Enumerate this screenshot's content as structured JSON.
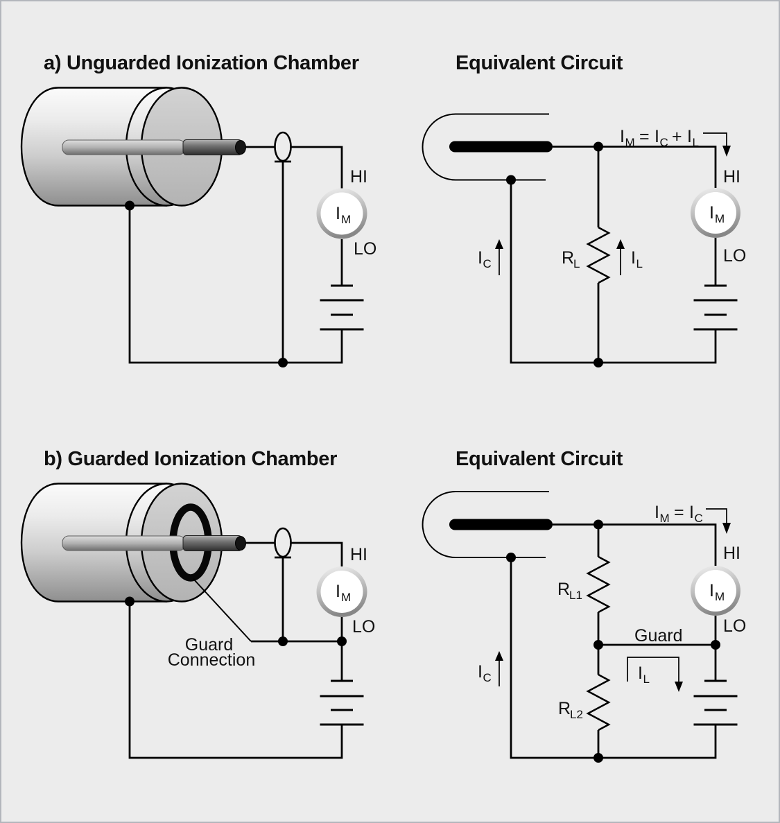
{
  "figure": {
    "background_color": "#ececec",
    "border_color": "#b3b6bc",
    "line_color": "#000000",
    "text_color": "#111111"
  },
  "panels": {
    "a": {
      "title": "a) Unguarded Ionization Chamber",
      "equivalent_title": "Equivalent Circuit"
    },
    "b": {
      "title": "b) Guarded Ionization Chamber",
      "equivalent_title": "Equivalent Circuit"
    }
  },
  "labels": {
    "hi": "HI",
    "lo": "LO",
    "guard": "Guard",
    "guard_connection_line1": "Guard",
    "guard_connection_line2": "Connection"
  },
  "sym": {
    "I": "I",
    "M": "M",
    "C": "C",
    "L": "L",
    "R": "R",
    "L1": "L1",
    "L2": "L2",
    "eq": "=",
    "plus": "+"
  }
}
